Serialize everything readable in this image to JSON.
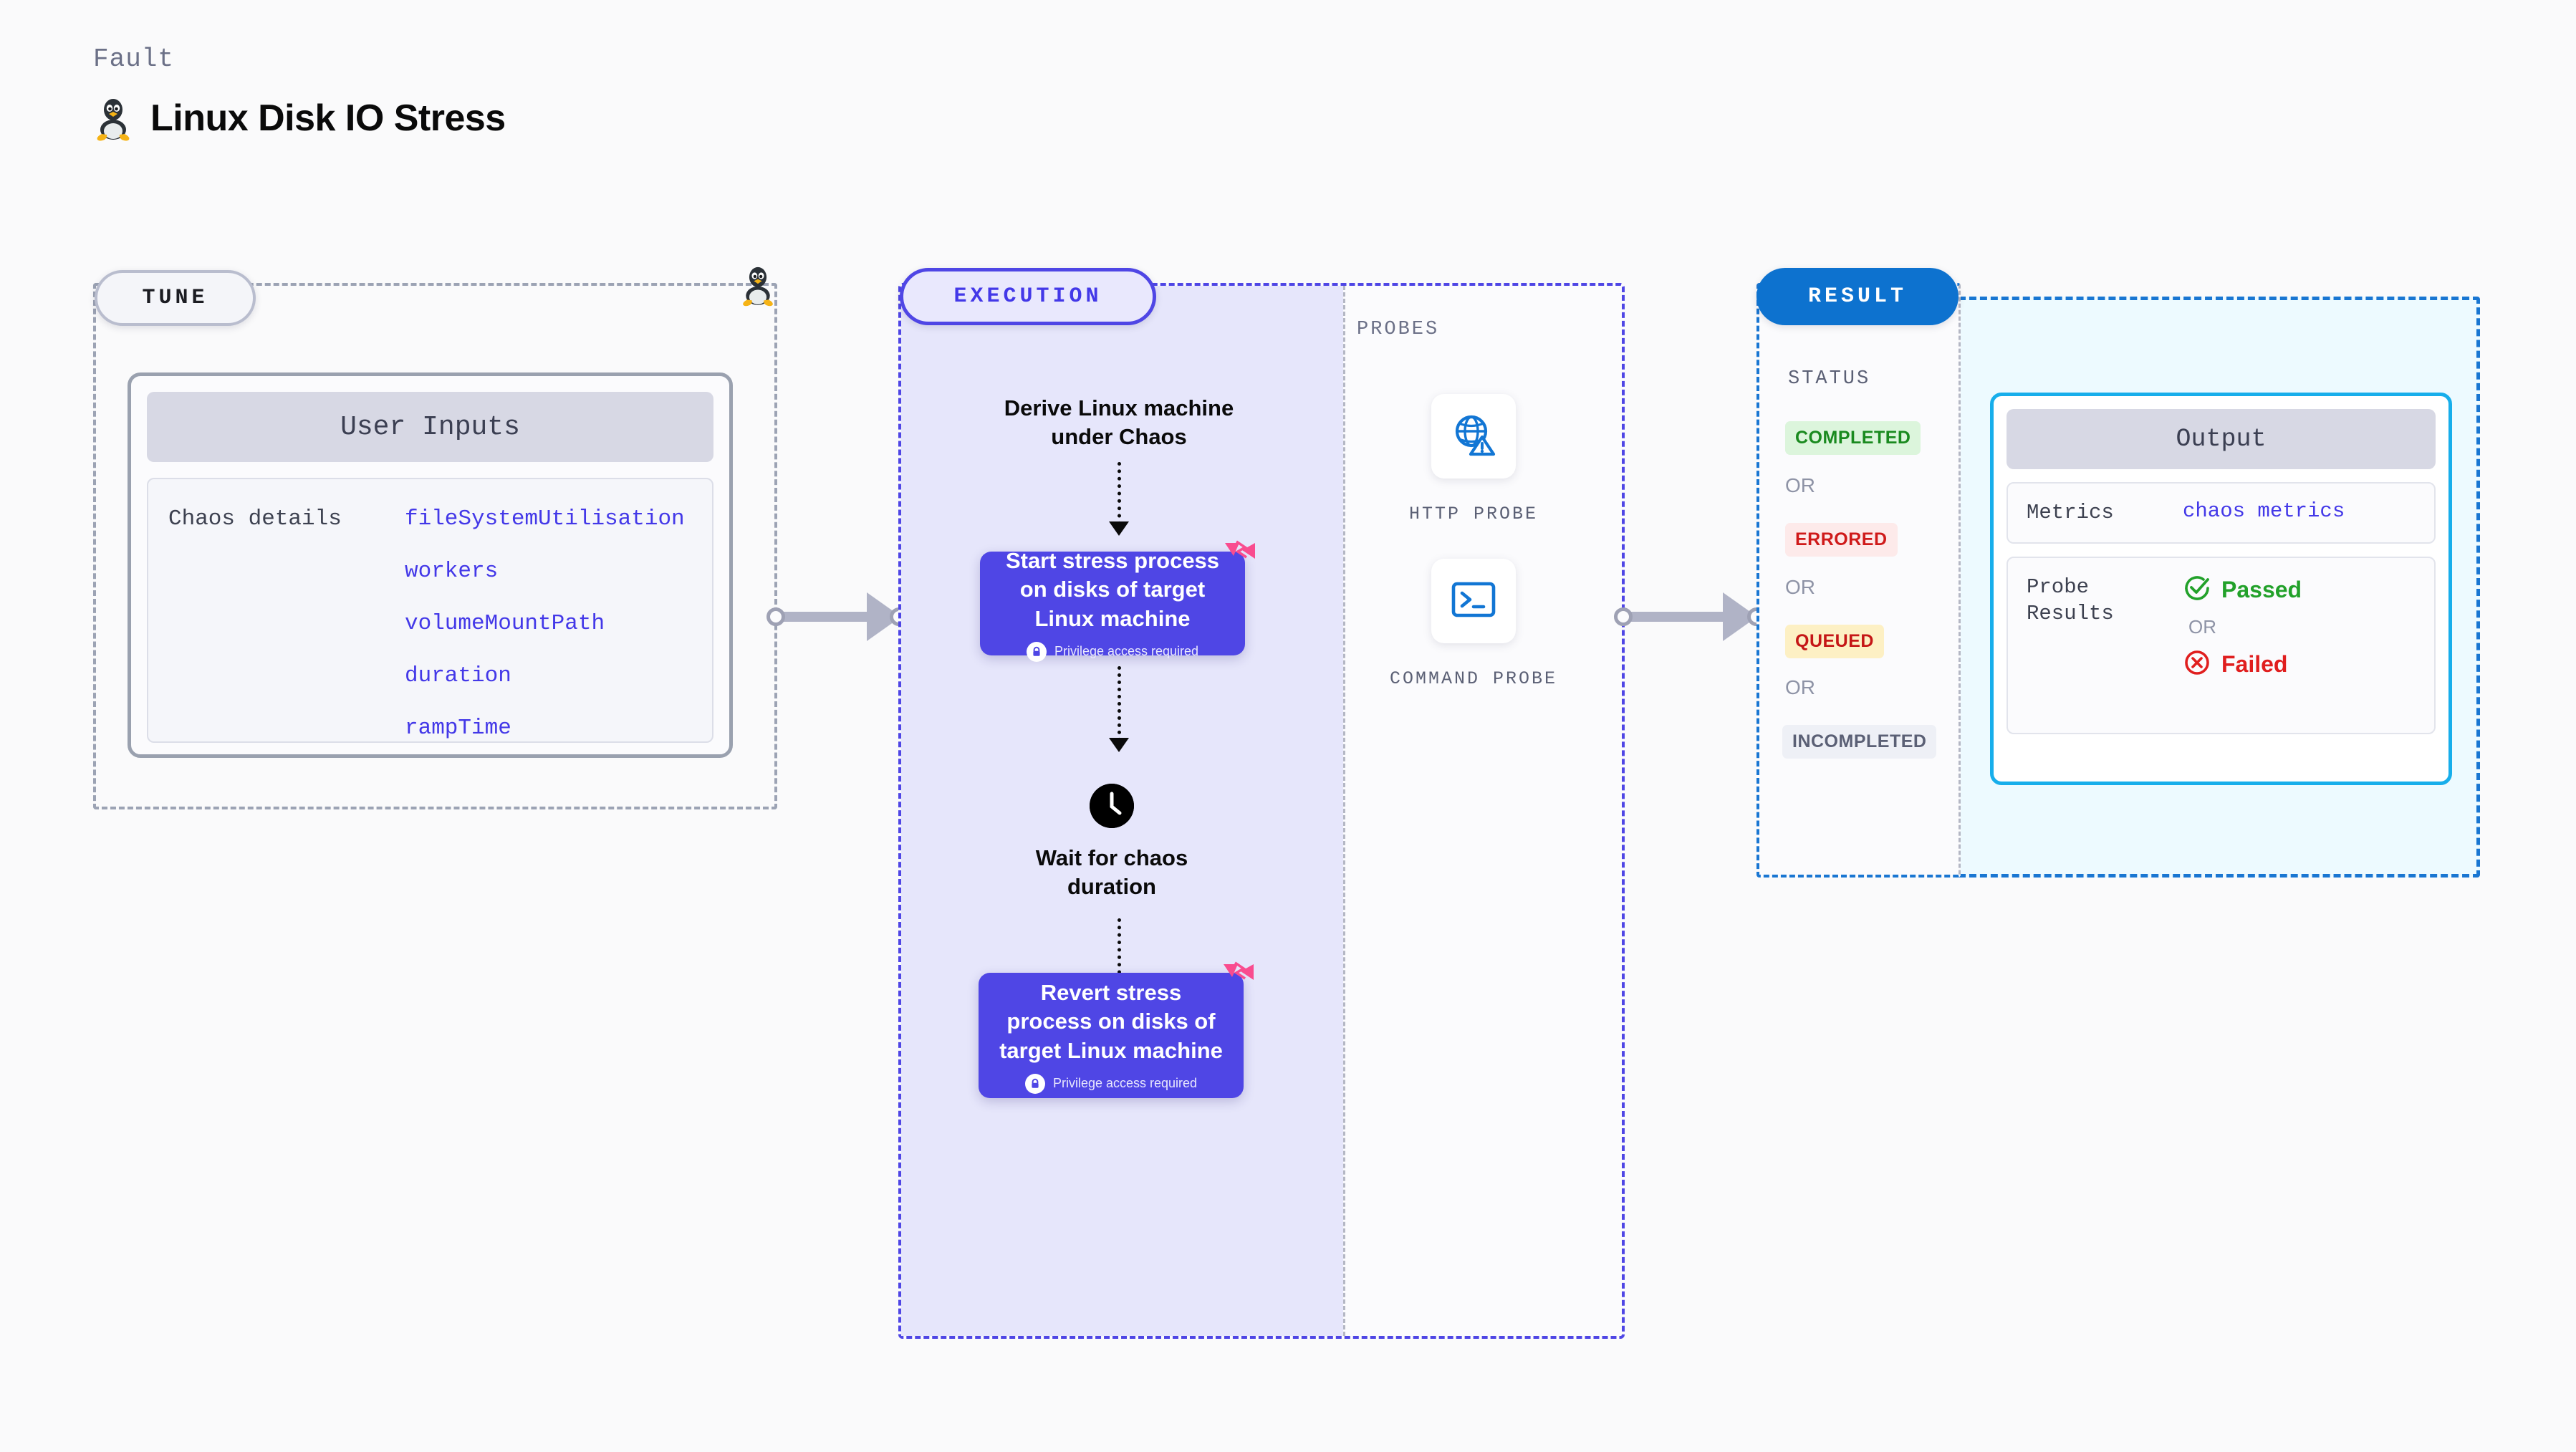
{
  "header": {
    "fault_label": "Fault",
    "title": "Linux Disk IO Stress",
    "icon": "tux-penguin-icon"
  },
  "tune": {
    "pill_label": "TUNE",
    "penguin_icon": "tux-penguin-icon",
    "card": {
      "header": "User Inputs",
      "row_label": "Chaos details",
      "params": [
        "fileSystemUtilisation",
        "workers",
        "volumeMountPath",
        "duration",
        "rampTime"
      ]
    }
  },
  "execution": {
    "pill_label": "EXECUTION",
    "steps": [
      {
        "type": "text",
        "label": "Derive Linux machine\nunder Chaos"
      },
      {
        "type": "node",
        "label": "Start stress process\non disks of target\nLinux machine",
        "privilege": "Privilege access required",
        "badge_icon": "lock-icon",
        "corner_icon": "ribbon-icon"
      },
      {
        "type": "wait",
        "icon": "clock-icon",
        "label": "Wait for chaos\nduration"
      },
      {
        "type": "node",
        "label": "Revert stress\nprocess on disks of\ntarget Linux machine",
        "privilege": "Privilege access required",
        "badge_icon": "lock-icon",
        "corner_icon": "ribbon-icon"
      }
    ]
  },
  "probes": {
    "label": "PROBES",
    "items": [
      {
        "icon": "globe-warning-icon",
        "caption": "HTTP PROBE"
      },
      {
        "icon": "terminal-icon",
        "caption": "COMMAND PROBE"
      }
    ]
  },
  "result": {
    "pill_label": "RESULT",
    "status_label": "STATUS",
    "or_label": "OR",
    "statuses": [
      {
        "label": "COMPLETED",
        "color": "#1a8a1f",
        "bg": "#dcf5dc"
      },
      {
        "label": "ERRORED",
        "color": "#cf1a1a",
        "bg": "#fdeaea"
      },
      {
        "label": "QUEUED",
        "color": "#c51616",
        "bg": "#fdf0c4"
      },
      {
        "label": "INCOMPLETED",
        "color": "#5b6075",
        "bg": "#eef0f6"
      }
    ],
    "output": {
      "header": "Output",
      "metrics_key": "Metrics",
      "metrics_value": "chaos metrics",
      "probe_results_key": "Probe\nResults",
      "passed_label": "Passed",
      "passed_icon": "check-circle-icon",
      "failed_label": "Failed",
      "failed_icon": "x-circle-icon",
      "or_label": "OR"
    }
  },
  "colors": {
    "indigo": "#4f46e5",
    "indigo_light": "#e6e6fb",
    "blue": "#0d72cf",
    "cyan": "#17aeeb",
    "cyan_bg": "#edfaff",
    "gray_dash": "#9ca3b4",
    "pink": "#f94c8f",
    "param_blue": "#4338e8",
    "probe_blue": "#1276d4"
  }
}
